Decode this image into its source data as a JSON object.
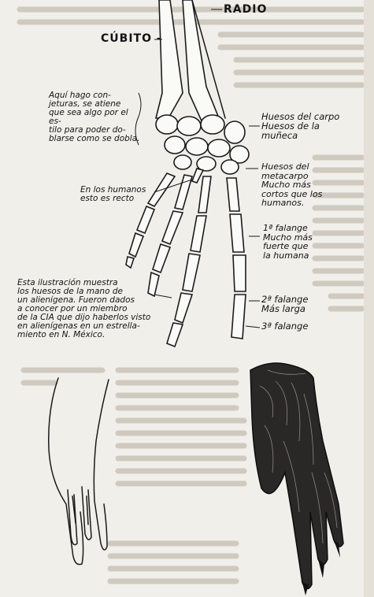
{
  "labels": {
    "radio": "RADIO",
    "cubito": "CÚBITO",
    "note_top_left": "Aquí hago con-\njeturas, se atiene\nque sea algo por el es-\ntilo para poder do-\nblarse como se dobla.",
    "carpal_bones": "Huesos del carpo\nHuesos de la\nmuñeca",
    "metacarpal_bones": "Huesos del\nmetacarpo\nMucho más\ncortos que los\nhumanos.",
    "human_note": "En los humanos\nesto es recto",
    "first_phalanx": "1ª falange\nMucho más\nfuerte que\nla humana",
    "caption": "Esta ilustración muestra\nlos huesos de la mano de\nun alienígena. Fueron dados\na conocer por un miembro\nde la CIA que dijo haberlos visto\nen alienígenas en un estrella-\nmiento en N. México.",
    "second_phalanx": "2ª falange\nMás larga",
    "third_phalanx": "3ª falange"
  },
  "colors": {
    "paper": "#f1efea",
    "ink": "#1b1b1b"
  }
}
